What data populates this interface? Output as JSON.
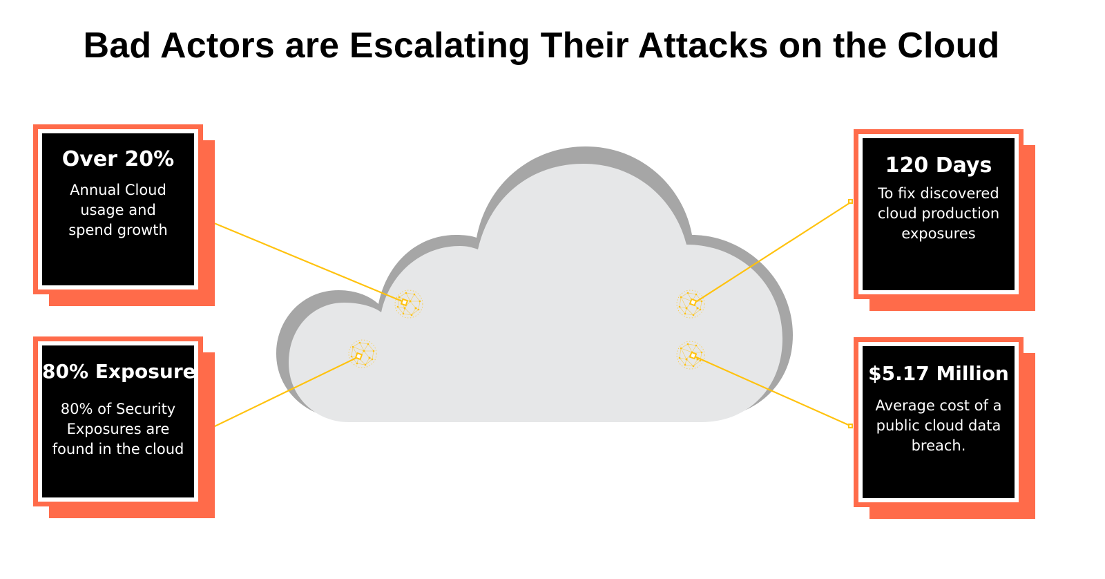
{
  "title": "Bad Actors are Escalating Their Attacks on the Cloud",
  "colors": {
    "card_orange": "#ff6b4a",
    "card_black": "#000000",
    "connector_yellow": "#ffc20e",
    "cloud_fill": "#e6e7e8",
    "cloud_shadow": "#a6a6a6"
  },
  "cards": [
    {
      "id": "top-left",
      "headline": "Over 20%",
      "description": "Annual Cloud usage and spend growth"
    },
    {
      "id": "bottom-left",
      "headline": "80% Exposure",
      "description": "80% of Security Exposures are found in the cloud"
    },
    {
      "id": "top-right",
      "headline": "120 Days",
      "description": "To fix discovered cloud production exposures"
    },
    {
      "id": "bottom-right",
      "headline": "$5.17 Million",
      "description": "Average cost of a public cloud data breach."
    }
  ],
  "diagram": {
    "center_icon": "cloud",
    "node_icons": [
      "network-node-icon",
      "network-node-icon",
      "network-node-icon",
      "network-node-icon"
    ]
  }
}
